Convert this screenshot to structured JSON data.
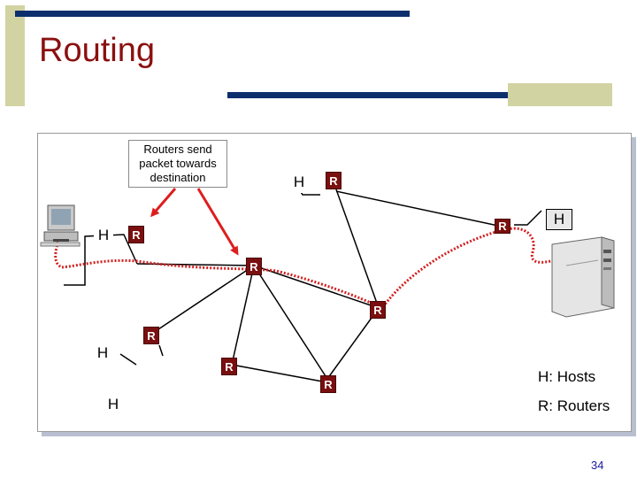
{
  "slide": {
    "title": "Routing",
    "page_number": "34"
  },
  "callout": {
    "lines": [
      "Routers send",
      "packet towards",
      "destination"
    ]
  },
  "labels": {
    "router": "R",
    "host": "H"
  },
  "legend": {
    "hosts": "H: Hosts",
    "routers": "R: Routers"
  },
  "colors": {
    "title": "#8b1010",
    "router_fill": "#7a0f0f",
    "packet_path": "#d42020",
    "arrow": "#dd1e1e",
    "header_bar": "#0d2f6e",
    "side_bar": "#d2d3a2"
  },
  "icons": [
    "desktop-computer-icon",
    "server-tower-icon"
  ]
}
